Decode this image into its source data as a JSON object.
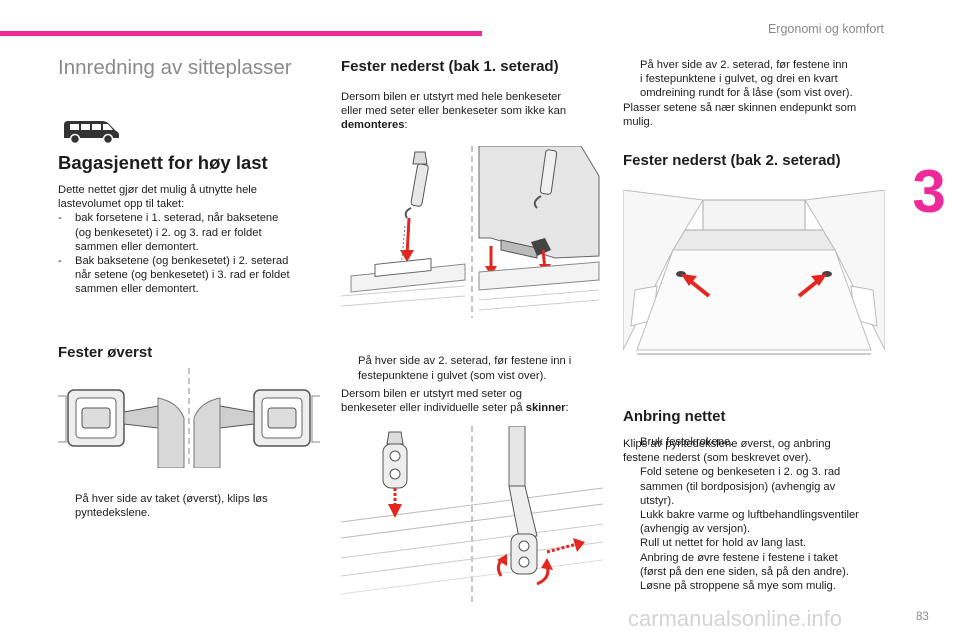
{
  "header": {
    "title": "Ergonomi og komfort",
    "chapter_number": "3",
    "accent_color": "#ee2a9a"
  },
  "section_title": "Innredning av sitteplasser",
  "col1": {
    "heading": "Bagasjenett for høy last",
    "intro": "Dette nettet gjør det mulig å utnytte hele lastevolumet opp til taket:",
    "bullets": [
      {
        "mark": "-",
        "line1": "bak forsetene i 1. seterad, når baksetene",
        "line2": "(og benkesetet) i 2. og 3. rad er foldet",
        "line3": "sammen eller demontert."
      },
      {
        "mark": "-",
        "line1": "Bak baksetene (og benkesetet) i 2. seterad",
        "line2": "når setene (og benkesetet) i 3. rad er foldet",
        "line3": "sammen eller demontert."
      }
    ],
    "sub_heading": "Fester øverst",
    "caption_line1": "På hver side av taket (øverst), klips løs",
    "caption_line2": "pyntedekslene."
  },
  "col2": {
    "heading": "Fester nederst (bak 1. seterad)",
    "intro_line1": "Dersom bilen er utstyrt med hele benkeseter",
    "intro_line2": "eller med seter eller benkeseter som ikke kan",
    "intro_bold": "demonteres",
    "intro_end": ":",
    "caption1_line1": "På hver side av 2. seterad, før festene inn i",
    "caption1_line2": "festepunktene i gulvet (som vist over).",
    "intro2_line1": "Dersom bilen er utstyrt med seter og",
    "intro2_line2": "benkeseter eller individuelle seter på",
    "intro2_bold": "skinner",
    "intro2_end": ":"
  },
  "col3": {
    "step_line1": "På hver side av 2. seterad, før festene inn",
    "step_line2": "i festepunktene i gulvet, og drei en kvart",
    "step_line3": "omdreining rundt for å låse (som vist over).",
    "note_line1": "Plasser setene så nær skinnen endepunkt som",
    "note_line2": "mulig.",
    "heading1": "Fester nederst (bak 2. seterad)",
    "caption": "Bruk festekrokene.",
    "heading2": "Anbring nettet",
    "intro_line1": "Klips av pyntedekslene øverst, og anbring",
    "intro_line2": "festene nederst (som beskrevet over).",
    "steps": [
      {
        "l1": "Fold setene og benkeseten i 2. og 3. rad",
        "l2": "sammen (til bordposisjon) (avhengig av",
        "l3": "utstyr)."
      },
      {
        "l1": "Lukk bakre varme og luftbehandlingsventiler",
        "l2": "(avhengig av versjon).",
        "l3": ""
      },
      {
        "l1": "Rull ut nettet for hold av lang last.",
        "l2": "",
        "l3": ""
      },
      {
        "l1": "Anbring de øvre festene i festene i taket",
        "l2": "(først på den ene siden, så på den andre).",
        "l3": ""
      },
      {
        "l1": "Løsne på stroppene så mye som mulig.",
        "l2": "",
        "l3": ""
      }
    ]
  },
  "bullet_symbol": "",
  "footer": {
    "watermark": "carmanualsonline.info",
    "page_number": "83"
  },
  "colors": {
    "red_arrow": "#e4261f",
    "gray_text": "#8a8a8a"
  }
}
